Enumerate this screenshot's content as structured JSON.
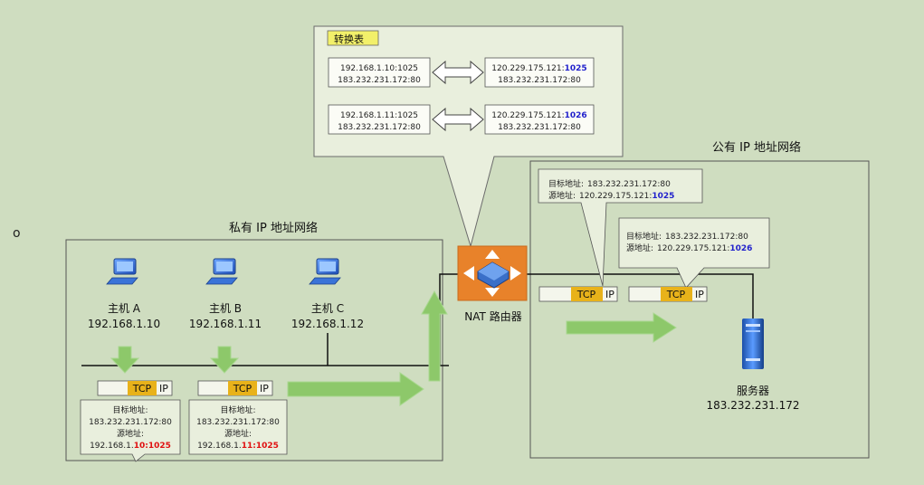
{
  "bullet": "o",
  "nat_table": {
    "title": "转换表",
    "rows": [
      {
        "private_src": "192.168.1.10:1025",
        "private_dst": "183.232.231.172:80",
        "public_src_prefix": "120.229.175.121:",
        "public_src_port": "1025",
        "public_dst": "183.232.231.172:80"
      },
      {
        "private_src": "192.168.1.11:1025",
        "private_dst": "183.232.231.172:80",
        "public_src_prefix": "120.229.175.121:",
        "public_src_port": "1026",
        "public_dst": "183.232.231.172:80"
      }
    ]
  },
  "public_network": {
    "title": "公有 IP 地址网络",
    "callouts": [
      {
        "dst_label": "目标地址:",
        "dst": "183.232.231.172:80",
        "src_label": "源地址:",
        "src_prefix": "120.229.175.121:",
        "src_port": "1025"
      },
      {
        "dst_label": "目标地址:",
        "dst": "183.232.231.172:80",
        "src_label": "源地址:",
        "src_prefix": "120.229.175.121:",
        "src_port": "1026"
      }
    ],
    "server": {
      "name": "服务器",
      "ip": "183.232.231.172"
    }
  },
  "private_network": {
    "title": "私有 IP 地址网络",
    "hosts": [
      {
        "name": "主机 A",
        "ip": "192.168.1.10"
      },
      {
        "name": "主机 B",
        "ip": "192.168.1.11"
      },
      {
        "name": "主机 C",
        "ip": "192.168.1.12"
      }
    ],
    "callouts": [
      {
        "dst_label": "目标地址:",
        "dst": "183.232.231.172:80",
        "src_label": "源地址:",
        "src_prefix": "192.168.1.",
        "src_port": "10:1025"
      },
      {
        "dst_label": "目标地址:",
        "dst": "183.232.231.172:80",
        "src_label": "源地址:",
        "src_prefix": "192.168.1.",
        "src_port": "11:1025"
      }
    ]
  },
  "router": {
    "label": "NAT 路由器"
  },
  "packet": {
    "tcp": "TCP",
    "ip": "IP"
  },
  "colors": {
    "background": "#cfddc0",
    "callout_fill": "#e9efdd",
    "arrow_green": "#8dc86a",
    "tcp_fill": "#e8b21a",
    "highlight_blue": "#2222cc",
    "highlight_red": "#e01010",
    "router_orange": "#e8822a",
    "title_tag": "#f2f06a"
  }
}
